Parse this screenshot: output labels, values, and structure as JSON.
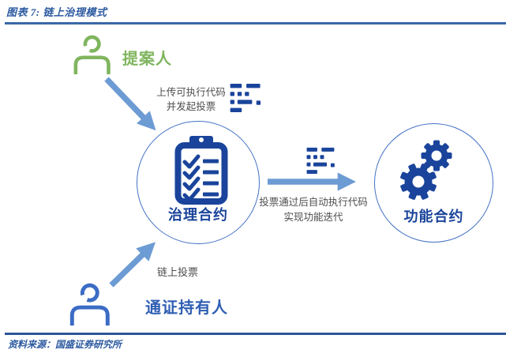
{
  "header": {
    "title": "图表 7: 链上治理模式"
  },
  "footer": {
    "source": "资料来源：国盛证券研究所"
  },
  "colors": {
    "title_blue": "#2C5AA0",
    "dark_blue": "#1A449B",
    "arrow_blue": "#6D9BD4",
    "green": "#7FB55E",
    "person_blue": "#3B6CC5",
    "circle_stroke": "#4472C4",
    "rule_top": "#3A67A8",
    "rule_bottom": "#2E5596",
    "note_gray": "#4D4D4D"
  },
  "nodes": {
    "proposer": {
      "label": "提案人",
      "icon": "person-icon"
    },
    "token_holder": {
      "label": "通证持有人",
      "icon": "person-icon"
    },
    "governance_contract": {
      "label": "治理合约",
      "icon": "clipboard-checklist-icon"
    },
    "function_contract": {
      "label": "功能合约",
      "icon": "gears-icon"
    }
  },
  "edges": {
    "propose": {
      "line1": "上传可执行代码",
      "line2": "并发起投票",
      "icon": "code-icon"
    },
    "vote": {
      "label": "链上投票"
    },
    "execute": {
      "line1": "投票通过后自动执行代码",
      "line2": "实现功能迭代",
      "icon": "code-icon"
    }
  }
}
